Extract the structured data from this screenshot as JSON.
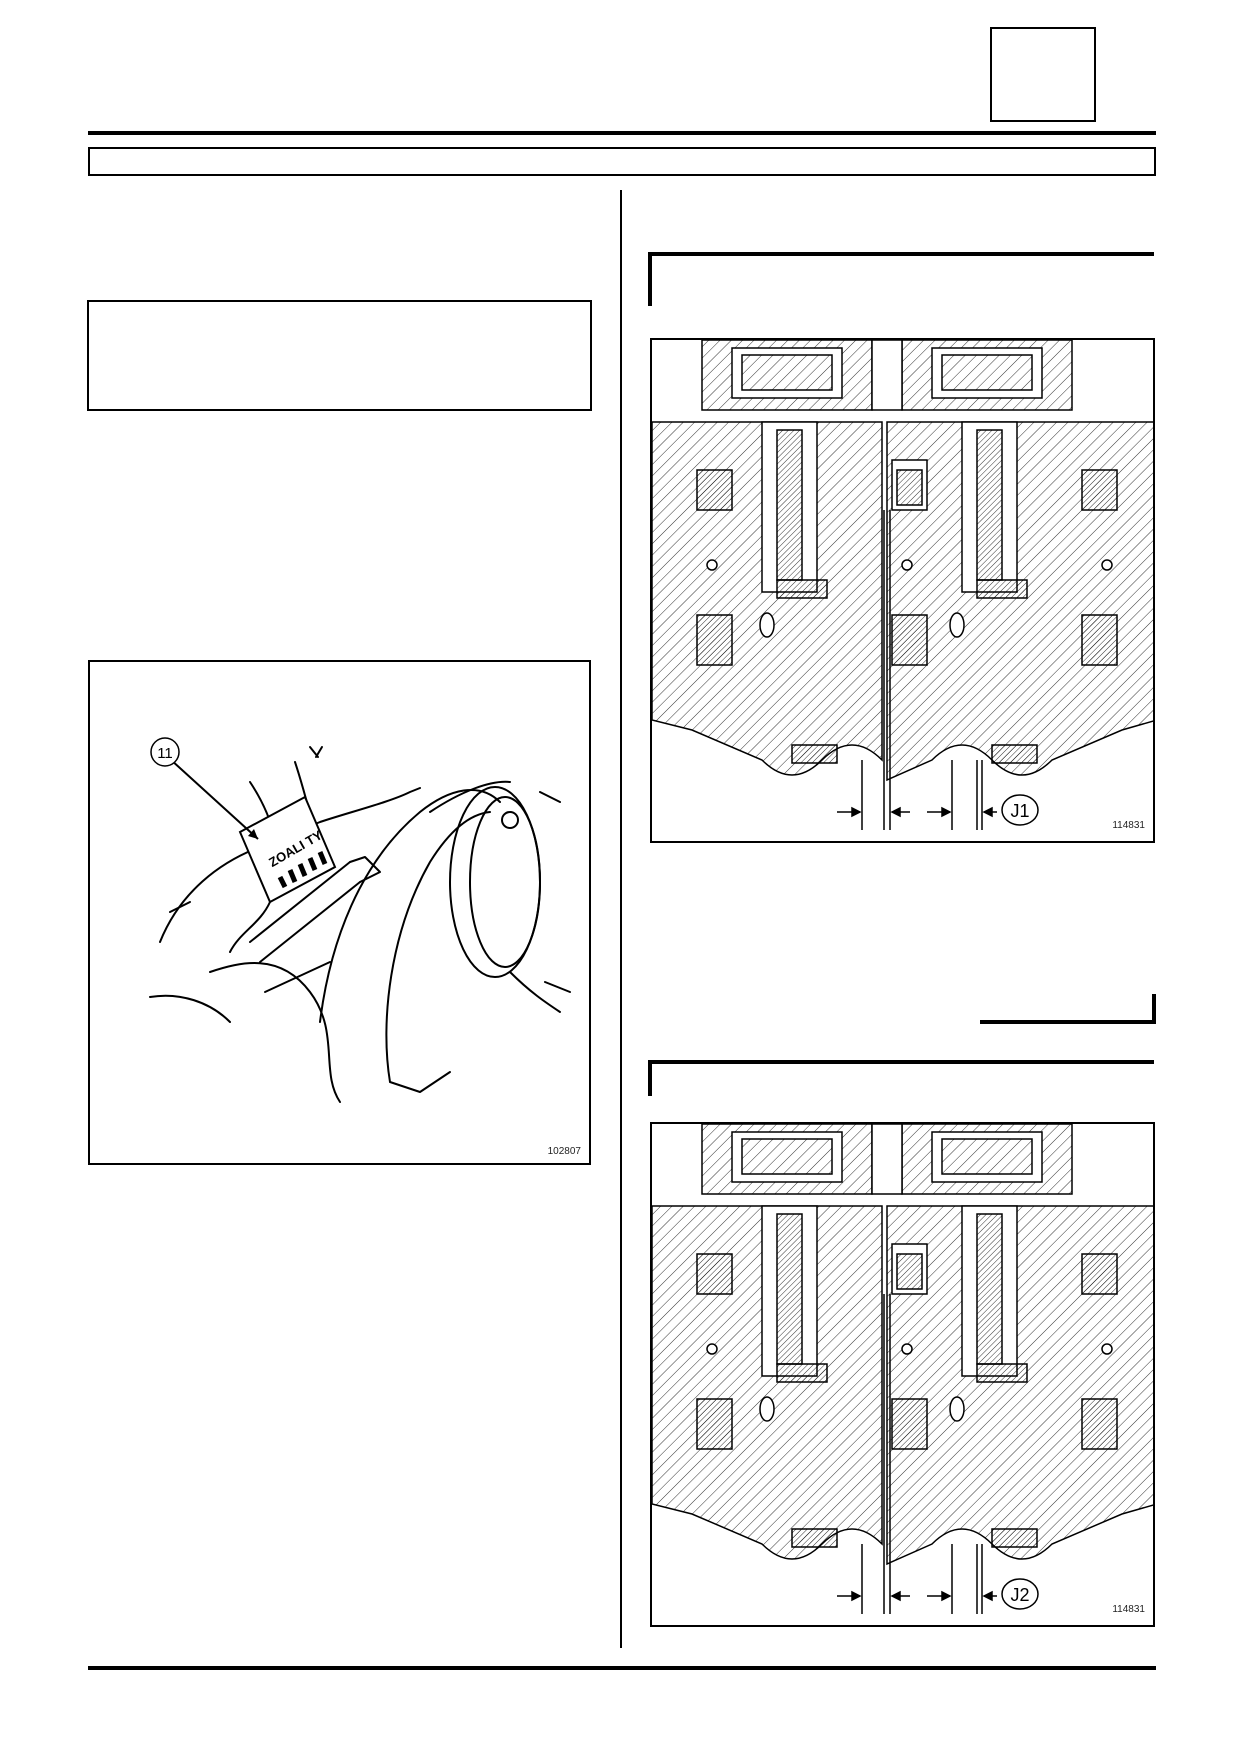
{
  "figures": {
    "left": {
      "ref_number": "102807",
      "callout_label": "11",
      "tag_text": "ZOALI TY"
    },
    "top_right": {
      "ref_number": "114831",
      "gap_label": "J1"
    },
    "bottom_right": {
      "ref_number": "114831",
      "gap_label": "J2"
    }
  }
}
